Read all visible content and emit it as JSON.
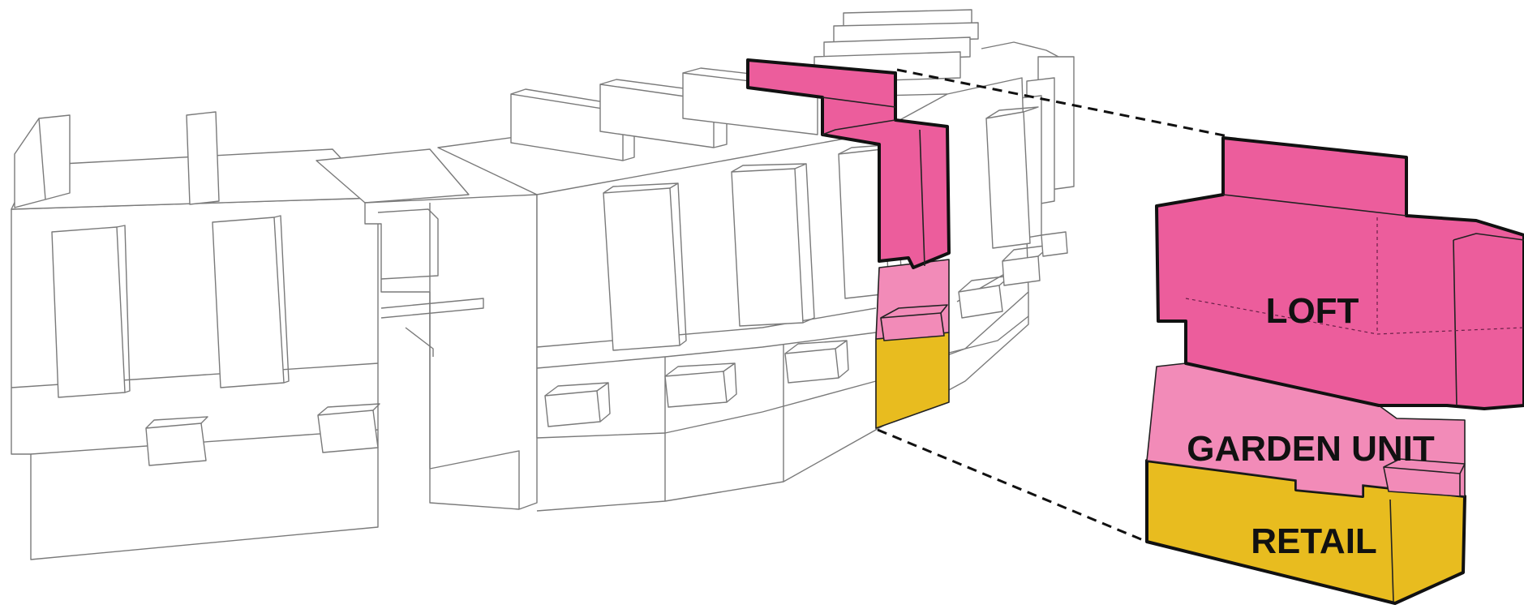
{
  "labels": {
    "loft": "LOFT",
    "garden_unit": "GARDEN UNIT",
    "retail": "RETAIL"
  },
  "colors": {
    "loft": "#ec5d9c",
    "garden_unit": "#f28bb8",
    "retail": "#e8bc1f",
    "outline": "#7a7a7a",
    "callout_line": "#111111"
  }
}
